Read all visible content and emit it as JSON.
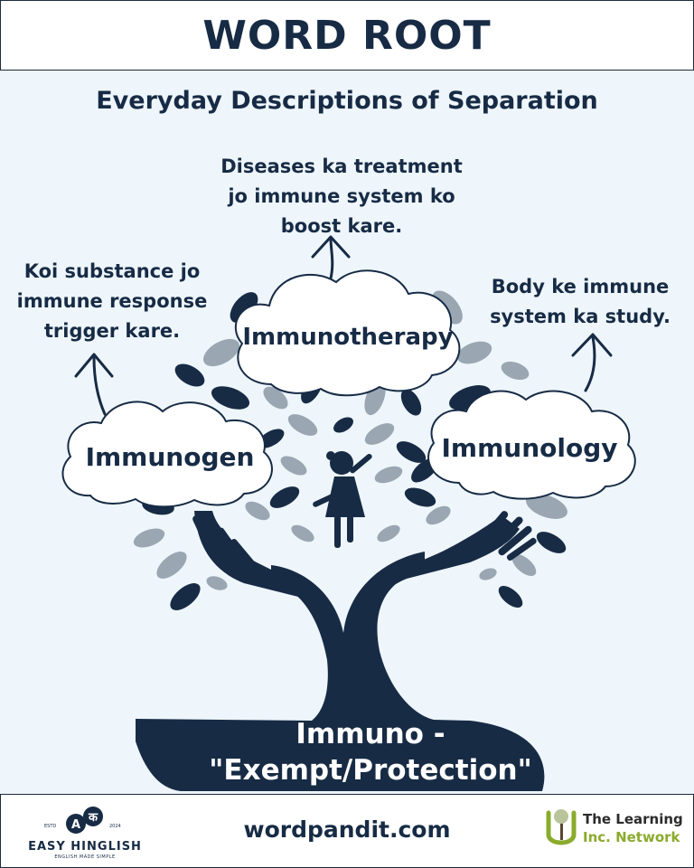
{
  "header": {
    "title": "WORD ROOT"
  },
  "subtitle": "Everyday Descriptions of Separation",
  "descriptions": {
    "top": [
      "Diseases ka treatment",
      "jo immune system ko",
      "boost kare."
    ],
    "left": [
      "Koi substance jo",
      "immune response",
      "trigger kare."
    ],
    "right": [
      "Body ke immune",
      "system ka study."
    ]
  },
  "clouds": {
    "top": "Immunotherapy",
    "left": "Immunogen",
    "right": "Immunology"
  },
  "root": {
    "line1": "Immuno -",
    "line2": "\"Exempt/Protection\""
  },
  "footer": {
    "website": "wordpandit.com",
    "left_logo": {
      "name": "EASY HINGLISH",
      "tagline": "ENGLISH MADE SIMPLE",
      "estd": "ESTD",
      "year": "2024",
      "glyph_a": "A",
      "glyph_b": "क"
    },
    "right_logo": {
      "line1": "The Learning",
      "line2": "Inc. Network"
    }
  },
  "colors": {
    "navy": "#172b45",
    "panel": "#eef6fb",
    "leaf_grey": "#9aa6b2",
    "accent_green": "#8aab2c"
  },
  "icons": [
    "arrow-up-icon",
    "cloud-icon",
    "tree-icon",
    "hand-icon",
    "child-icon",
    "leaf-icon"
  ]
}
